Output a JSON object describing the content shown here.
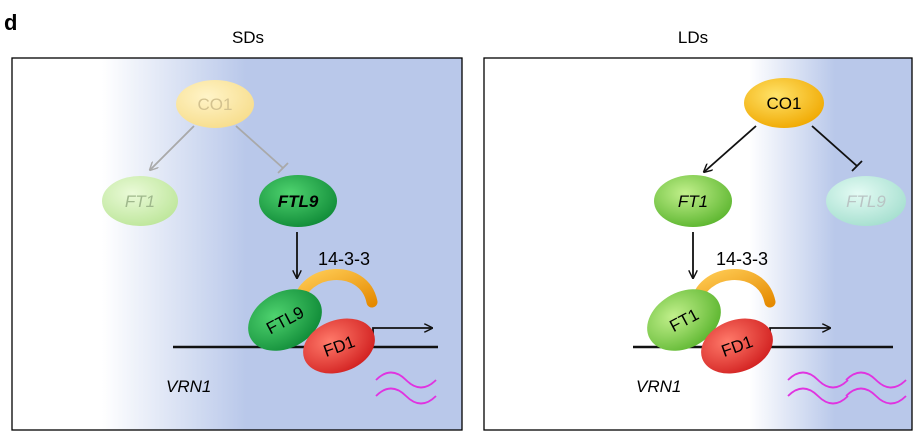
{
  "figure": {
    "panel_letter": "d",
    "left": {
      "title": "SDs",
      "co": "CO1",
      "ft1": "FT1",
      "ftl9": "FTL9",
      "protein_1433": "14-3-3",
      "complex_ft": "FTL9",
      "fd": "FD1",
      "gene": "VRN1"
    },
    "right": {
      "title": "LDs",
      "co": "CO1",
      "ft1": "FT1",
      "ftl9": "FTL9",
      "protein_1433": "14-3-3",
      "complex_ft": "FT1",
      "fd": "FD1",
      "gene": "VRN1"
    }
  },
  "colors": {
    "panel_bg_blue": "#b9c8ea",
    "co1_active": "#f5b400",
    "co1_faded": "#fbe6a6",
    "ft1_active": "#7ed04a",
    "ft1_faded": "#cdeeb0",
    "ftl9_active": "#19a84a",
    "ftl9_faded": "#b9ebdf",
    "fd1": "#e52b2b",
    "protein_1433": "#f5a000",
    "transcript": "#e033e0"
  }
}
